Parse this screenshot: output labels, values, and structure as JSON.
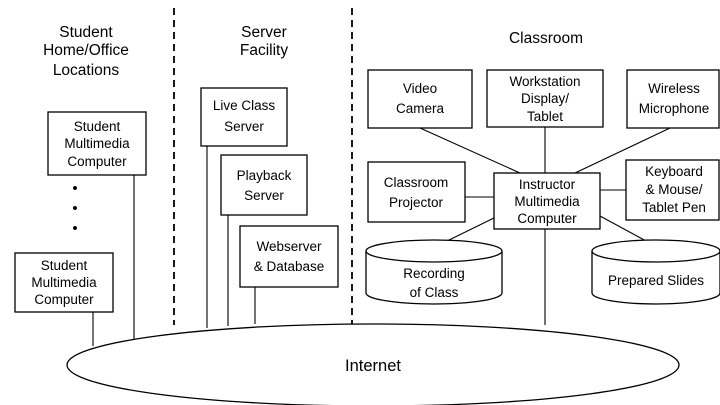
{
  "headers": {
    "student": [
      "Student",
      "Home/Office",
      "Locations"
    ],
    "server": [
      "Server",
      "Facility"
    ],
    "classroom": [
      "Classroom"
    ]
  },
  "nodes": {
    "student_computer_top": [
      "Student",
      "Multimedia",
      "Computer"
    ],
    "student_computer_bottom": [
      "Student",
      "Multimedia",
      "Computer"
    ],
    "live_class_server": [
      "Live Class",
      "Server"
    ],
    "playback_server": [
      "Playback",
      "Server"
    ],
    "webserver_database": [
      "Webserver",
      "& Database"
    ],
    "video_camera": [
      "Video",
      "Camera"
    ],
    "workstation_display": [
      "Workstation",
      "Display/",
      "Tablet"
    ],
    "wireless_microphone": [
      "Wireless",
      "Microphone"
    ],
    "classroom_projector": [
      "Classroom",
      "Projector"
    ],
    "instructor_computer": [
      "Instructor",
      "Multimedia",
      "Computer"
    ],
    "keyboard_mouse": [
      "Keyboard",
      "& Mouse/",
      "Tablet Pen"
    ],
    "recording_of_class": [
      "Recording",
      "of Class"
    ],
    "prepared_slides": [
      "Prepared Slides"
    ],
    "internet": [
      "Internet"
    ]
  },
  "ellipsis": [
    "•",
    "•",
    "•"
  ]
}
